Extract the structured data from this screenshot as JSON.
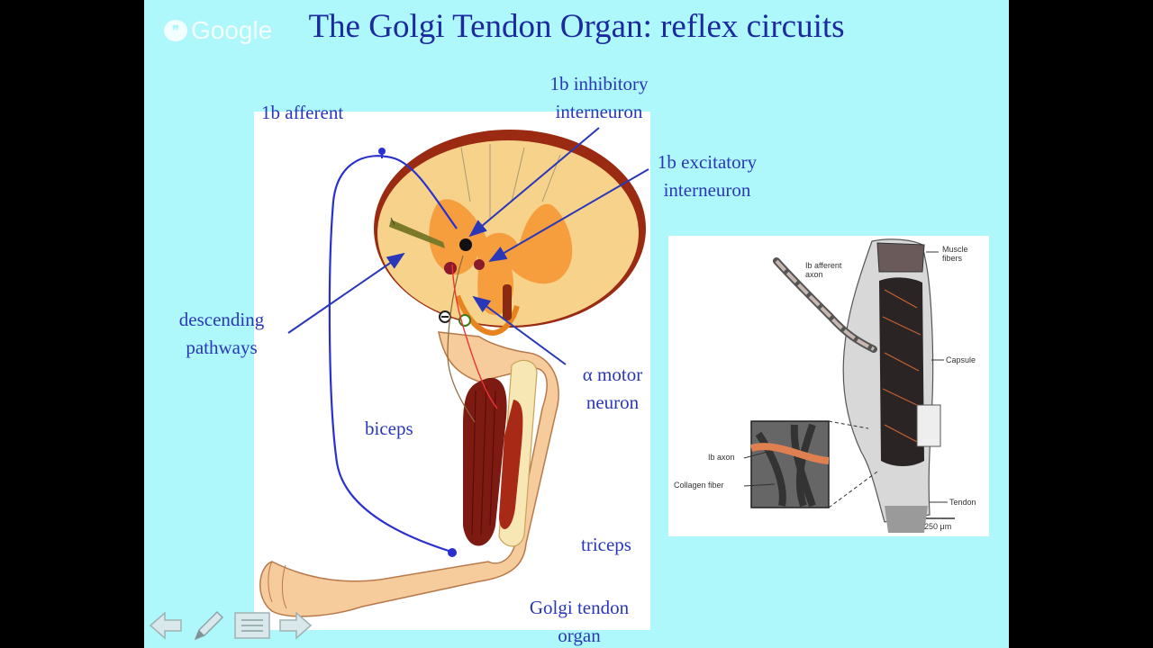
{
  "watermark": {
    "icon": "hangouts-icon",
    "text": "Google"
  },
  "slide": {
    "title": "The Golgi Tendon Organ: reflex circuits",
    "labels": {
      "afferent": "1b afferent",
      "inhibitory_1": "1b inhibitory",
      "inhibitory_2": "interneuron",
      "excitatory_1": "1b excitatory",
      "excitatory_2": "interneuron",
      "descending_1": "descending",
      "descending_2": "pathways",
      "alpha_1": "α motor",
      "alpha_2": "neuron",
      "biceps": "biceps",
      "triceps": "triceps",
      "golgi_1": "Golgi tendon",
      "golgi_2": "organ"
    }
  },
  "gto_figure": {
    "muscle_1": "Muscle",
    "muscle_2": "fibers",
    "afferent_1": "Ib afferent",
    "afferent_2": "axon",
    "capsule": "Capsule",
    "ib_axon": "Ib axon",
    "collagen": "Collagen fiber",
    "tendon": "Tendon",
    "scale": "250 μm"
  },
  "toolbar": {
    "prev": "arrow-left-icon",
    "pen": "pen-icon",
    "menu": "menu-icon",
    "next": "arrow-right-icon"
  }
}
